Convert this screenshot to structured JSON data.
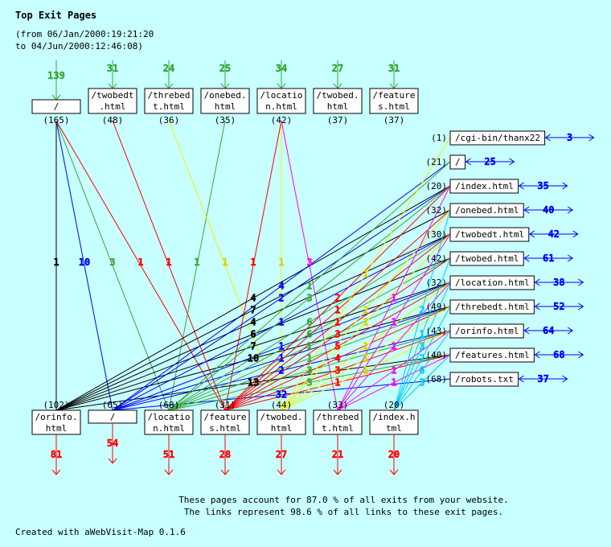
{
  "header": {
    "title": "Top Exit Pages",
    "range_from": "(from 06/Jan/2000:19:21:20",
    "range_to": "to 04/Jun/2000:12:46:08)"
  },
  "footer": {
    "summary_1": "These pages account for 87.0 % of all exits from your website.",
    "summary_2": "The links represent 98.6 % of all links to these exit pages.",
    "credit": "Created with aWebVisit-Map 0.1.6"
  },
  "colors": {
    "background": "#c8ffff",
    "entry_arrow": "#3aa63a",
    "exit_arrow": "#ff0000",
    "side_arrow": "#0000ff"
  },
  "top_nodes": [
    {
      "lines": [
        "/"
      ],
      "count": "(165)",
      "entries": "139"
    },
    {
      "lines": [
        "/twobedt",
        ".html"
      ],
      "count": "(48)",
      "entries": "31"
    },
    {
      "lines": [
        "/threbed",
        "t.html"
      ],
      "count": "(36)",
      "entries": "24"
    },
    {
      "lines": [
        "/onebed.",
        "html"
      ],
      "count": "(35)",
      "entries": "25"
    },
    {
      "lines": [
        "/locatio",
        "n.html"
      ],
      "count": "(42)",
      "entries": "34"
    },
    {
      "lines": [
        "/twobed.",
        "html"
      ],
      "count": "(37)",
      "entries": "27"
    },
    {
      "lines": [
        "/feature",
        "s.html"
      ],
      "count": "(37)",
      "entries": "31"
    }
  ],
  "bottom_nodes": [
    {
      "lines": [
        "/orinfo.",
        "html"
      ],
      "count": "(102)",
      "exits": "81",
      "color": "#000000"
    },
    {
      "lines": [
        "/"
      ],
      "count": "(65)",
      "exits": "54",
      "color": "#0000ff"
    },
    {
      "lines": [
        "/locatio",
        "n.html"
      ],
      "count": "(68)",
      "exits": "51",
      "color": "#3aa63a"
    },
    {
      "lines": [
        "/feature",
        "s.html"
      ],
      "count": "(31)",
      "exits": "28",
      "color": "#ff0000"
    },
    {
      "lines": [
        "/twobed.",
        "html"
      ],
      "count": "(44)",
      "exits": "27",
      "color": "#f0f000"
    },
    {
      "lines": [
        "/threbed",
        "t.html"
      ],
      "count": "(33)",
      "exits": "21",
      "color": "#ff00ff"
    },
    {
      "lines": [
        "/index.h",
        "tml"
      ],
      "count": "(20)",
      "exits": "20",
      "color": "#00c8ff"
    }
  ],
  "right_nodes": [
    {
      "label": "/cgi-bin/thanx22",
      "count": "(1)",
      "value": "3"
    },
    {
      "label": "/",
      "count": "(21)",
      "value": "25"
    },
    {
      "label": "/index.html",
      "count": "(20)",
      "value": "35"
    },
    {
      "label": "/onebed.html",
      "count": "(32)",
      "value": "40"
    },
    {
      "label": "/twobedt.html",
      "count": "(30)",
      "value": "42"
    },
    {
      "label": "/twobed.html",
      "count": "(42)",
      "value": "61"
    },
    {
      "label": "/location.html",
      "count": "(32)",
      "value": "38"
    },
    {
      "label": "/threbedt.html",
      "count": "(49)",
      "value": "52"
    },
    {
      "label": "/orinfo.html",
      "count": "(43)",
      "value": "64"
    },
    {
      "label": "/features.html",
      "count": "(40)",
      "value": "68"
    },
    {
      "label": "/robots.txt",
      "count": "(68)",
      "value": "37"
    }
  ],
  "top_links": [
    [
      0,
      0,
      "1"
    ],
    [
      1,
      0,
      "10"
    ],
    [
      2,
      0,
      "3"
    ],
    [
      3,
      0,
      "1"
    ],
    [
      3,
      1,
      "1"
    ],
    [
      2,
      3,
      "1"
    ],
    [
      4,
      2,
      "1"
    ],
    [
      3,
      4,
      "1"
    ],
    [
      4,
      4,
      "1"
    ],
    [
      5,
      4,
      "3"
    ]
  ],
  "right_links": [
    [
      0,
      2,
      "4"
    ],
    [
      0,
      3,
      "7"
    ],
    [
      0,
      4,
      "4"
    ],
    [
      0,
      5,
      "6"
    ],
    [
      0,
      6,
      "7"
    ],
    [
      0,
      7,
      "10"
    ],
    [
      0,
      9,
      "13"
    ],
    [
      1,
      1,
      "4"
    ],
    [
      1,
      2,
      "2"
    ],
    [
      1,
      4,
      "1"
    ],
    [
      1,
      6,
      "1"
    ],
    [
      1,
      7,
      "1"
    ],
    [
      1,
      8,
      "2"
    ],
    [
      1,
      10,
      "32"
    ],
    [
      2,
      1,
      "1"
    ],
    [
      2,
      2,
      "3"
    ],
    [
      2,
      4,
      "6"
    ],
    [
      2,
      5,
      "6"
    ],
    [
      2,
      6,
      "1"
    ],
    [
      2,
      7,
      "1"
    ],
    [
      2,
      8,
      "3"
    ],
    [
      2,
      9,
      "3"
    ],
    [
      3,
      2,
      "2"
    ],
    [
      3,
      3,
      "1"
    ],
    [
      3,
      4,
      "1"
    ],
    [
      3,
      5,
      "3"
    ],
    [
      3,
      6,
      "5"
    ],
    [
      3,
      7,
      "4"
    ],
    [
      3,
      8,
      "3"
    ],
    [
      3,
      9,
      "1"
    ],
    [
      4,
      0,
      "1"
    ],
    [
      4,
      3,
      "2"
    ],
    [
      4,
      4,
      "1"
    ],
    [
      4,
      6,
      "1"
    ],
    [
      4,
      7,
      "1"
    ],
    [
      4,
      8,
      "1"
    ],
    [
      5,
      2,
      "1"
    ],
    [
      5,
      4,
      "1"
    ],
    [
      5,
      6,
      "1"
    ],
    [
      5,
      8,
      "1"
    ],
    [
      5,
      9,
      "1"
    ],
    [
      6,
      3,
      "2"
    ],
    [
      6,
      5,
      "1"
    ],
    [
      6,
      6,
      "3"
    ],
    [
      6,
      7,
      "2"
    ],
    [
      6,
      8,
      "6"
    ],
    [
      6,
      9,
      "3"
    ]
  ]
}
